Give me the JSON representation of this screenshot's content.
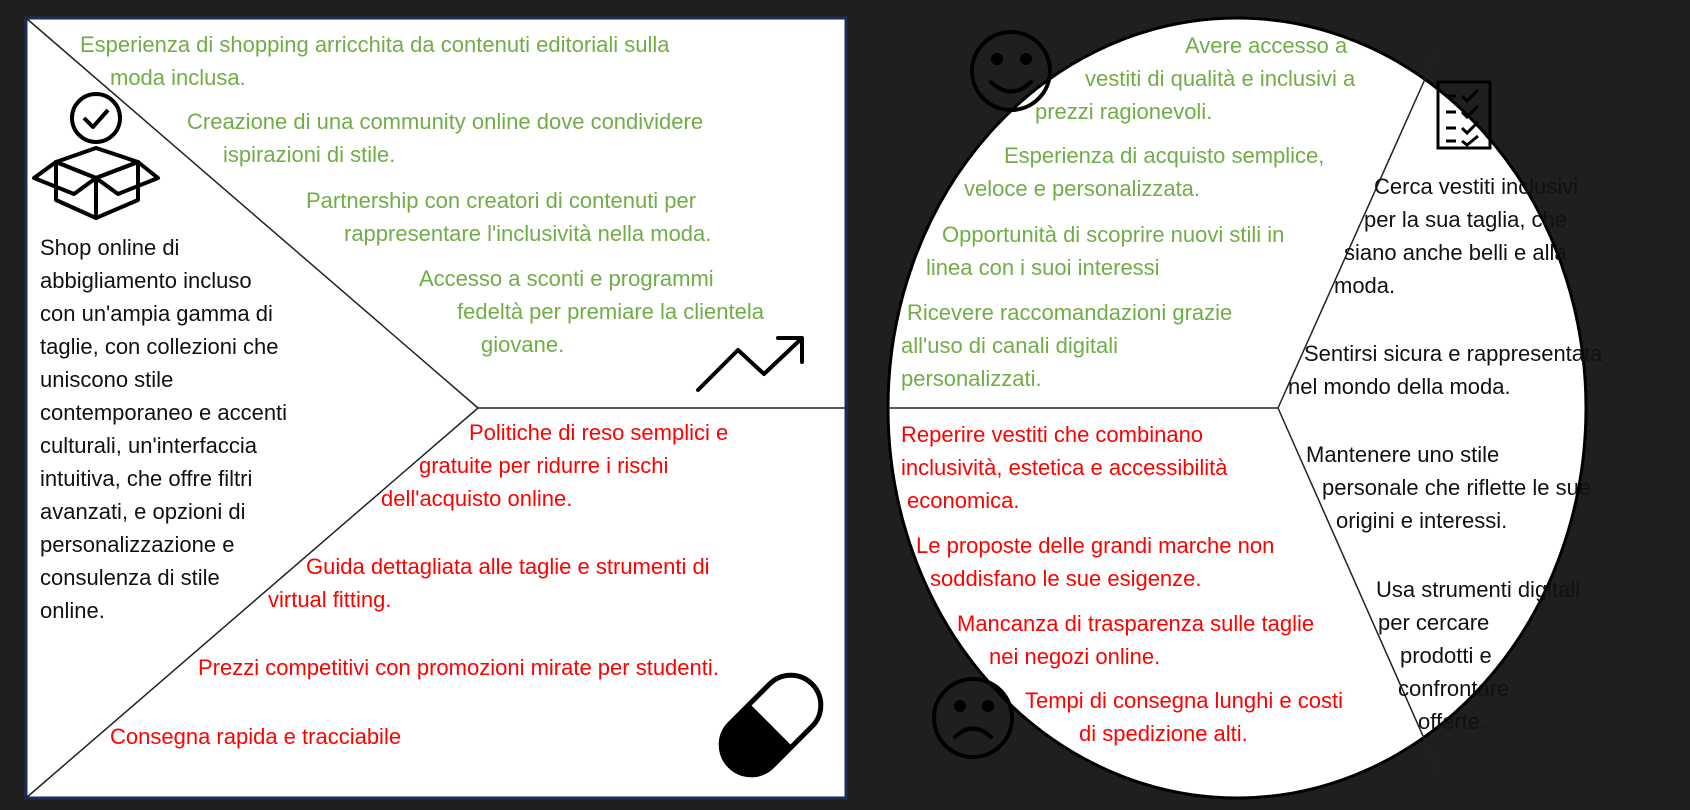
{
  "colors": {
    "gain": "#70ad47",
    "pain": "#ff0000",
    "text": "#111111",
    "background": "#1f1f1f",
    "panel": "#ffffff",
    "panel_border": "#1f2d5a"
  },
  "value_map": {
    "product": [
      "Shop online di",
      "abbigliamento incluso",
      "con un'ampia gamma di",
      "taglie, con collezioni che",
      "uniscono stile",
      "contemporaneo e accenti",
      "culturali, un'interfaccia",
      "intuitiva, che offre filtri",
      "avanzati, e opzioni di",
      "personalizzazione e",
      "consulenza di stile",
      "online."
    ],
    "gain_creators": [
      [
        "Esperienza di shopping arricchita da contenuti editoriali sulla",
        "moda inclusa."
      ],
      [
        "Creazione di una community online dove condividere",
        "ispirazioni di stile."
      ],
      [
        "Partnership con creatori di contenuti per",
        "rappresentare l'inclusività nella moda."
      ],
      [
        "Accesso a sconti e programmi",
        "fedeltà per premiare la clientela",
        "giovane."
      ]
    ],
    "pain_relievers": [
      [
        "Politiche di reso semplici e",
        "gratuite per ridurre i rischi",
        "dell'acquisto online."
      ],
      [
        "Guida dettagliata alle taglie e strumenti di",
        "virtual fitting."
      ],
      [
        "Prezzi competitivi con promozioni mirate per studenti."
      ],
      [
        "Consegna rapida e tracciabile"
      ]
    ],
    "icons": [
      "product-box-icon",
      "trending-up-icon",
      "pill-icon"
    ]
  },
  "customer_profile": {
    "gains": [
      [
        "Avere accesso a",
        "vestiti di qualità e inclusivi a",
        "prezzi ragionevoli."
      ],
      [
        "Esperienza di acquisto semplice,",
        "veloce e personalizzata."
      ],
      [
        "Opportunità di scoprire nuovi stili in",
        "linea con i suoi interessi"
      ],
      [
        "Ricevere raccomandazioni grazie",
        "all'uso di canali digitali",
        "personalizzati."
      ]
    ],
    "pains": [
      [
        "Reperire vestiti che combinano",
        "inclusività, estetica e accessibilità",
        "economica."
      ],
      [
        "Le proposte delle grandi marche non",
        "soddisfano le sue esigenze."
      ],
      [
        "Mancanza di trasparenza sulle taglie",
        "nei negozi online."
      ],
      [
        "Tempi di consegna lunghi e costi",
        "di spedizione alti."
      ]
    ],
    "jobs": [
      [
        "Cerca vestiti inclusivi",
        "per la sua taglia, che",
        "siano anche belli e alla",
        "moda."
      ],
      [
        "Sentirsi sicura e rappresentata",
        "nel mondo della moda."
      ],
      [
        "Mantenere uno stile",
        "personale che riflette le sue",
        "origini e interessi."
      ],
      [
        "Usa strumenti digitali",
        "per cercare",
        "prodotti e",
        "confrontare",
        "offerte."
      ]
    ],
    "icons": [
      "smiley-face-icon",
      "checklist-icon",
      "sad-face-icon"
    ]
  }
}
